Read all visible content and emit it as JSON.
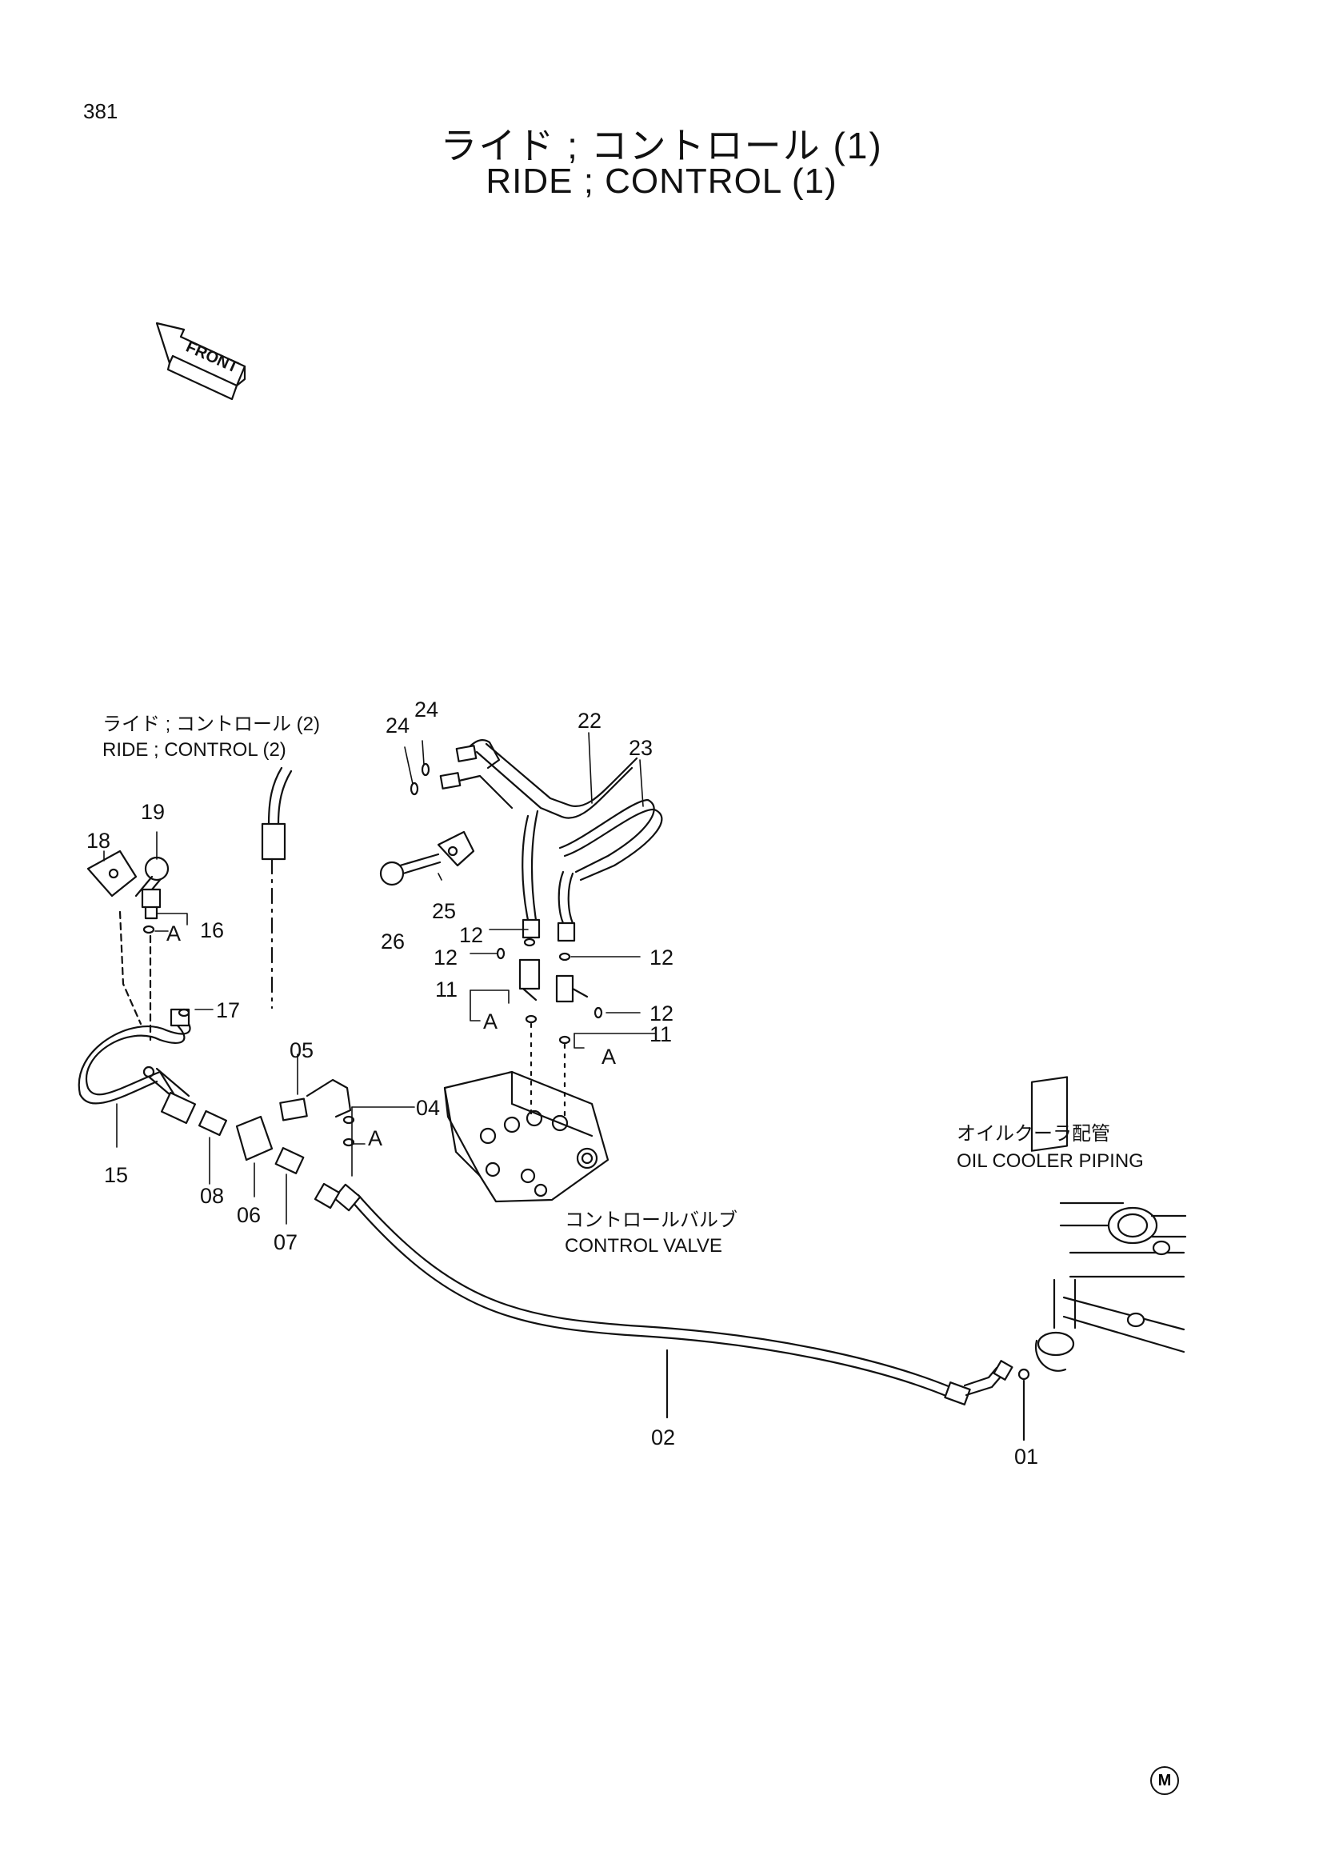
{
  "page": {
    "page_number": "381",
    "title_jp": "ライド ; コントロール (1)",
    "title_en": "RIDE ; CONTROL (1)",
    "front_label": "FRONT",
    "mark": "M"
  },
  "references": {
    "ride_control_2_jp": "ライド ; コントロール (2)",
    "ride_control_2_en": "RIDE ; CONTROL (2)",
    "control_valve_jp": "コントロールバルブ",
    "control_valve_en": "CONTROL  VALVE",
    "oil_cooler_jp": "オイルクーラ配管",
    "oil_cooler_en": "OIL  COOLER  PIPING"
  },
  "callouts": {
    "p01": "01",
    "p02": "02",
    "p04": "04",
    "p05": "05",
    "p06": "06",
    "p07": "07",
    "p08": "08",
    "p11a": "11",
    "p11b": "11",
    "p12a": "12",
    "p12b": "12",
    "p12c": "12",
    "p12d": "12",
    "p15": "15",
    "p16": "16",
    "p17": "17",
    "p18": "18",
    "p19": "19",
    "p22": "22",
    "p23": "23",
    "p24a": "24",
    "p24b": "24",
    "p25": "25",
    "p26": "26",
    "A1": "A",
    "A2": "A",
    "A3": "A",
    "A4": "A"
  }
}
